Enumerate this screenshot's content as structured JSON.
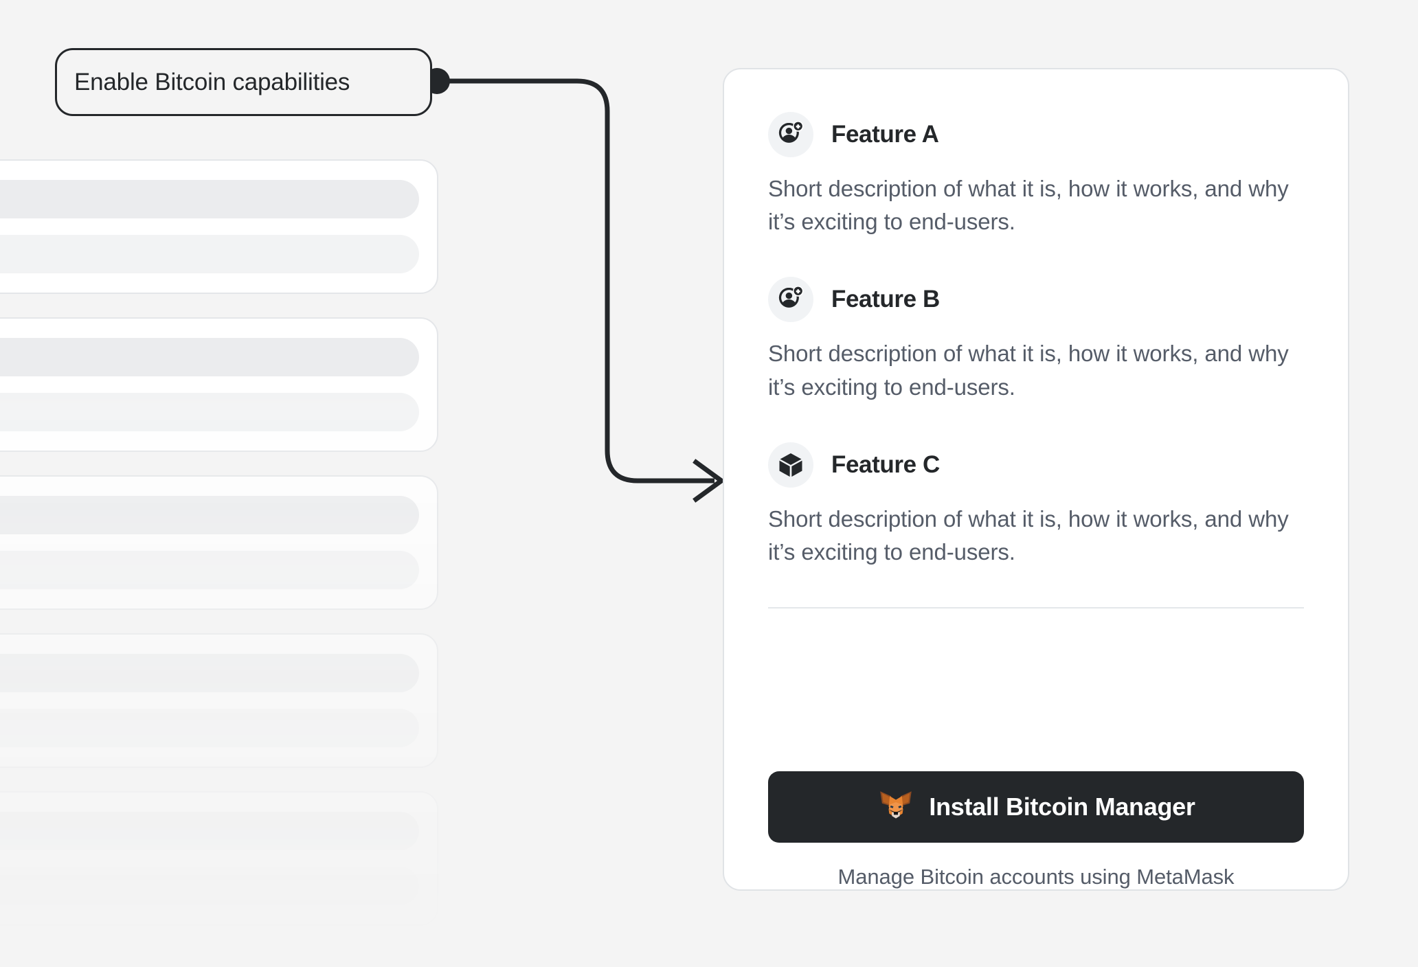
{
  "callout": {
    "label": "Enable Bitcoin capabilities",
    "connector_dot_icon": "connector-dot-icon",
    "arrow_icon": "arrow-right-icon"
  },
  "skeleton": {
    "card_count": 5,
    "bar_icon": "placeholder-bar"
  },
  "card": {
    "features": [
      {
        "icon": "user-add-icon",
        "title": "Feature A",
        "description": "Short description of what it is, how it works, and why it’s exciting to end-users."
      },
      {
        "icon": "user-add-icon",
        "title": "Feature B",
        "description": "Short description of what it is, how it works, and why it’s exciting to end-users."
      },
      {
        "icon": "cube-icon",
        "title": "Feature C",
        "description": "Short description of what it is, how it works, and why it’s exciting to end-users."
      }
    ],
    "footer": {
      "install_button_label": "Install Bitcoin Manager",
      "install_button_icon": "metamask-fox-icon",
      "caption": "Manage Bitcoin accounts using MetaMask"
    }
  },
  "colors": {
    "background": "#f4f4f4",
    "card_background": "#ffffff",
    "card_border": "#e0e3e6",
    "ink": "#24272a",
    "muted_text": "#555c68",
    "icon_badge": "#f1f3f5",
    "divider": "#e4e7ea",
    "button_background": "#24272a",
    "button_text": "#ffffff",
    "fox_orange": "#e88431",
    "fox_dark_brown": "#8c4a22",
    "fox_snout": "#e4d7cd"
  }
}
